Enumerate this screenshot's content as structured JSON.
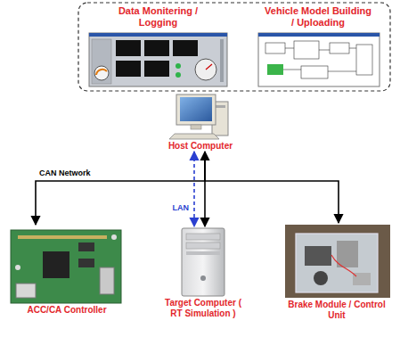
{
  "diagram": {
    "nodes": [
      {
        "text": [
          "Data Monitering / Logging"
        ]
      },
      {
        "text": [
          "Vehicle Model Building / Uploading"
        ]
      },
      {
        "text": [
          "Host Computer"
        ]
      },
      {
        "text": [
          "ACC/CA Controller"
        ]
      },
      {
        "text": [
          "Target Computer ( RT Simulation )"
        ]
      },
      {
        "text": [
          "Brake Module / Control Unit"
        ]
      }
    ],
    "edges": [
      {
        "from": 2,
        "to": 3,
        "arrow": "to"
      },
      {
        "from": 2,
        "to": 5,
        "arrow": "to"
      },
      {
        "from": 2,
        "to": 4,
        "arrow": "both"
      },
      {
        "from": 2,
        "to": 4,
        "label": "LAN",
        "arrow": "both"
      }
    ],
    "labels": [
      "CAN Network"
    ]
  }
}
